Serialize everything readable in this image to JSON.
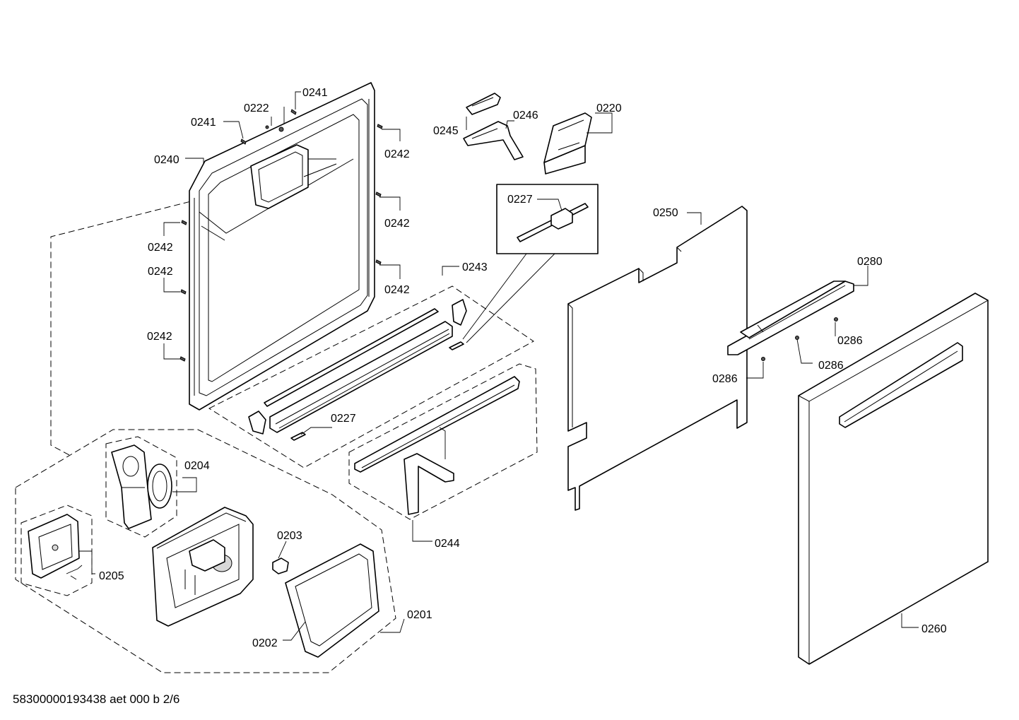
{
  "diagram": {
    "labels": {
      "p0241a": "0241",
      "p0241b": "0241",
      "p0222": "0222",
      "p0240": "0240",
      "p0242a": "0242",
      "p0242b": "0242",
      "p0242c": "0242",
      "p0242d": "0242",
      "p0242e": "0242",
      "p0242f": "0242",
      "p0245": "0245",
      "p0246": "0246",
      "p0220": "0220",
      "p0227a": "0227",
      "p0227b": "0227",
      "p0243": "0243",
      "p0250": "0250",
      "p0280": "0280",
      "p0286a": "0286",
      "p0286b": "0286",
      "p0286c": "0286",
      "p0204": "0204",
      "p0205": "0205",
      "p0203": "0203",
      "p0202": "0202",
      "p0201": "0201",
      "p0244": "0244",
      "p0260": "0260"
    }
  },
  "footer": {
    "text": "58300000193438 aet 000 b 2/6"
  }
}
